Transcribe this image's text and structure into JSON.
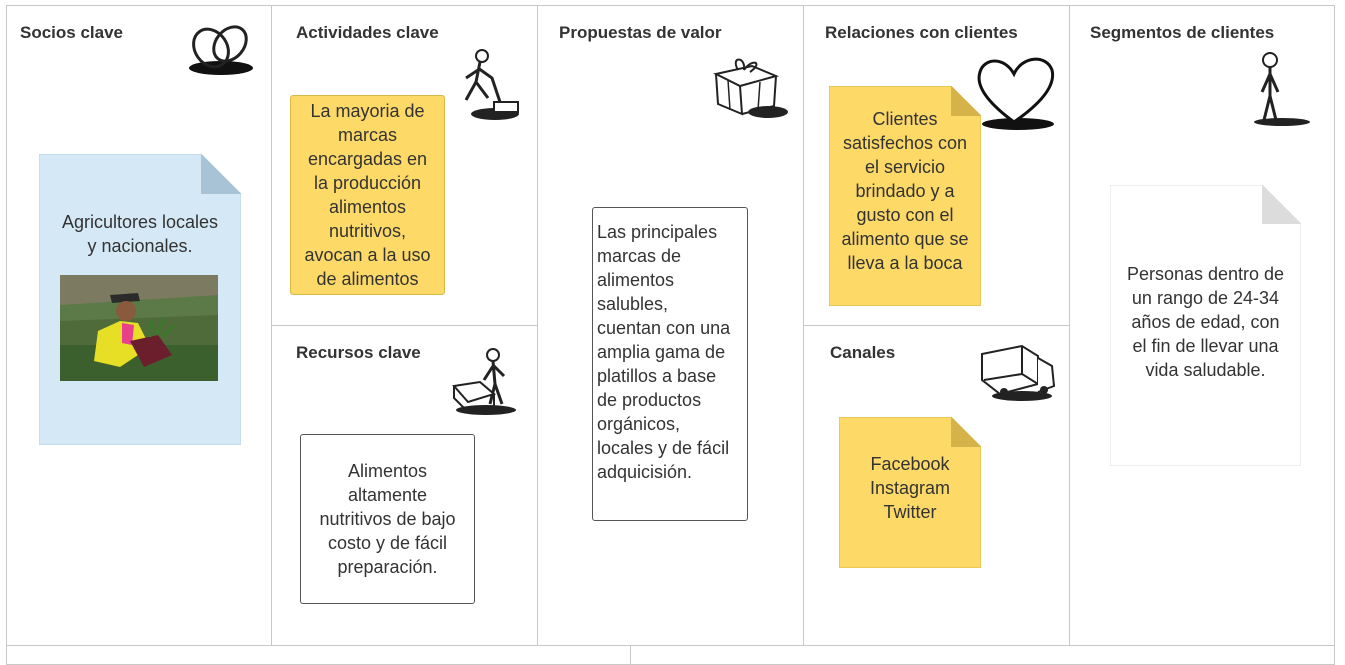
{
  "canvas": {
    "sections": {
      "socios": {
        "title": "Socios clave",
        "note": "Agricultores locales\ny nacionales.",
        "icon": "linked-rings-icon",
        "photo": "farmer-harvest-photo"
      },
      "actividades": {
        "title": "Actividades clave",
        "note": "La mayoria de\nmarcas\nencargadas en\nla producción\nalimentos\nnutritivos,\navocan a la uso\nde alimentos",
        "icon": "person-working-icon"
      },
      "recursos": {
        "title": "Recursos clave",
        "note": "Alimentos\naltamente\nnutritivos de bajo\ncosto y de fácil\npreparación.",
        "icon": "person-with-cart-icon"
      },
      "propuestas": {
        "title": "Propuestas de valor",
        "note": "Las principales\nmarcas de\nalimentos\nsalubles,\ncuentan con una\namplia gama de\nplatillos a base\nde productos\norgánicos,\nlocales y de fácil\nadquicisión.",
        "icon": "gift-box-icon"
      },
      "relaciones": {
        "title": "Relaciones con clientes",
        "note": "Clientes\nsatisfechos con\nel servicio\nbrindado y a\ngusto con el\nalimento que se\nlleva a la boca",
        "icon": "heart-icon"
      },
      "canales": {
        "title": "Canales",
        "note": "Facebook\nInstagram\nTwitter",
        "icon": "delivery-truck-icon"
      },
      "segmentos": {
        "title": "Segmentos de clientes",
        "note": "Personas dentro de\nun rango de 24-34\naños  de edad, con\nel fin de llevar una\nvida saludable.",
        "icon": "standing-person-icon"
      }
    },
    "colors": {
      "yellow_note": "#fdd967",
      "blue_note": "#d5e8f5",
      "border": "#c8c8c8"
    }
  }
}
